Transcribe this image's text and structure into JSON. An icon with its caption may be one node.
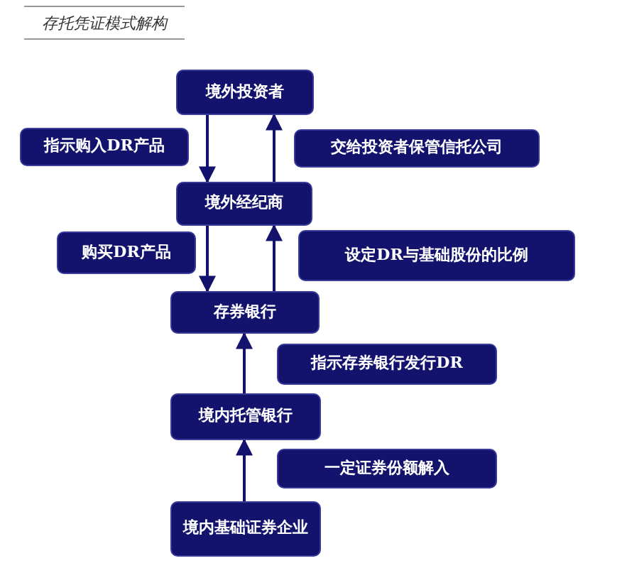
{
  "diagram": {
    "title": "存托凭证模式解构",
    "nodes": [
      {
        "text": [
          "境外投资者"
        ]
      },
      {
        "text": [
          "指示购入DR产品"
        ]
      },
      {
        "text": [
          "交给投资者保管信托公司"
        ]
      },
      {
        "text": [
          "境外经纪商"
        ]
      },
      {
        "text": [
          "购买DR产品"
        ]
      },
      {
        "text": [
          "设定DR与基础股份的比例"
        ]
      },
      {
        "text": [
          "存券银行"
        ]
      },
      {
        "text": [
          "指示存券银行发行DR"
        ]
      },
      {
        "text": [
          "境内托管银行"
        ]
      },
      {
        "text": [
          "一定证券份额解入"
        ]
      },
      {
        "text": [
          "境内基础证券企业"
        ]
      }
    ],
    "edges": [
      {
        "from": 0,
        "to": 3,
        "arrow": "to"
      },
      {
        "from": 3,
        "to": 0,
        "arrow": "to"
      },
      {
        "from": 3,
        "to": 6,
        "arrow": "to"
      },
      {
        "from": 6,
        "to": 3,
        "arrow": "to"
      },
      {
        "from": 8,
        "to": 6,
        "arrow": "to"
      },
      {
        "from": 10,
        "to": 8,
        "arrow": "to"
      }
    ]
  }
}
